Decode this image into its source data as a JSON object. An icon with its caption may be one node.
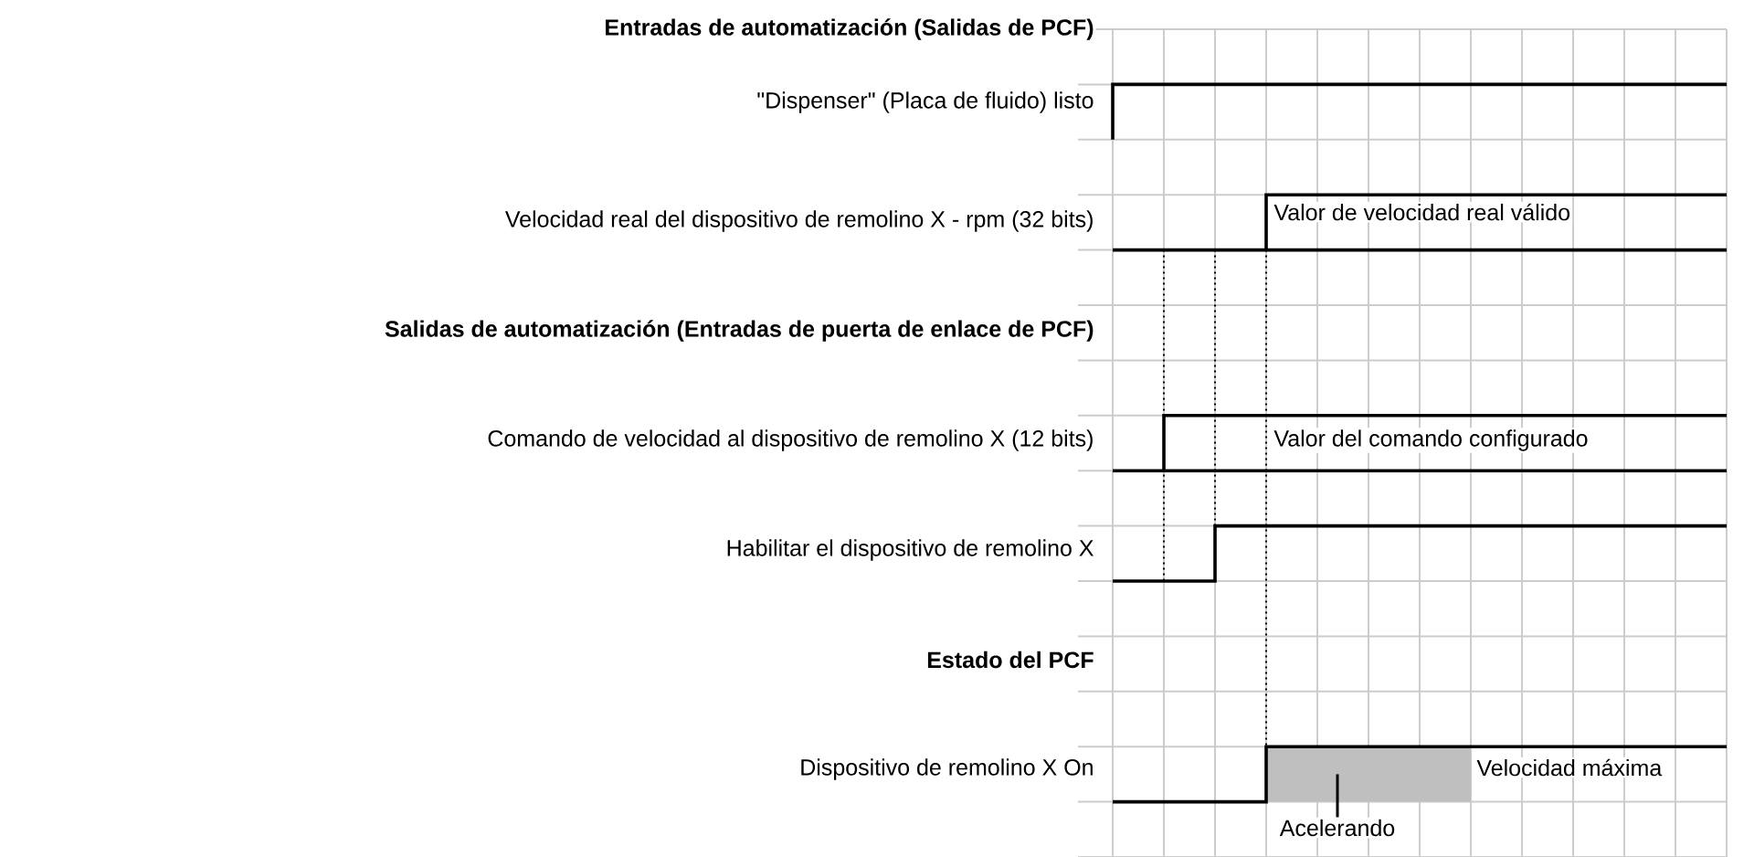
{
  "diagram": {
    "nodes": [
      {
        "text": [
          "Acelerando"
        ]
      },
      {
        "text": [],
        "shape": "box"
      }
    ],
    "edges": [
      {
        "from": 0,
        "to": 1,
        "arrow": "none"
      }
    ],
    "labels": [
      "Entradas de automatización (Salidas de PCF)",
      "\"Dispenser\" (Placa de fluido) listo",
      "Velocidad real del dispositivo de remolino X - rpm (32 bits)",
      "Valor de velocidad real válido",
      "Salidas de automatización (Entradas de puerta de enlace de PCF)",
      "Comando de velocidad al dispositivo de remolino X (12 bits)",
      "Valor del comando configurado",
      "Habilitar el dispositivo de remolino X",
      "Estado del PCF",
      "Dispositivo de remolino X On",
      "Velocidad máxima"
    ]
  }
}
